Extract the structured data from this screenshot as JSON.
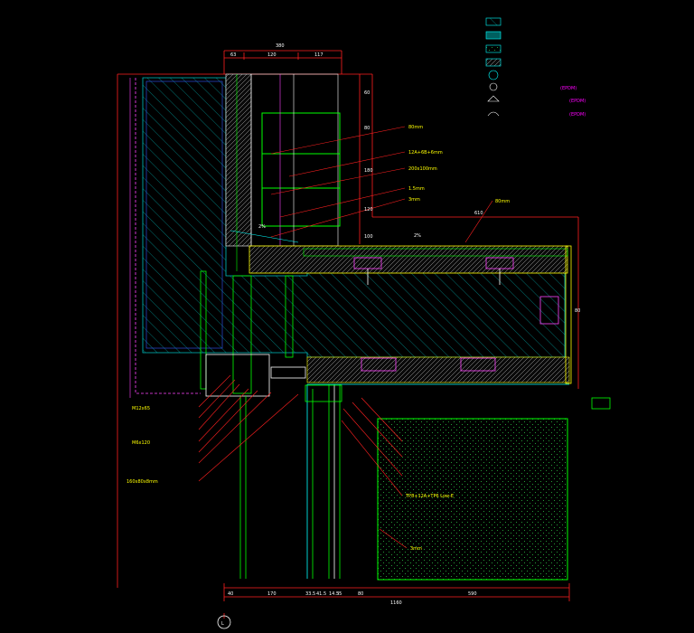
{
  "legend": {
    "title": "",
    "items": [
      {
        "name": "",
        "suffix": ""
      },
      {
        "name": "",
        "suffix": ""
      },
      {
        "name": "",
        "suffix": ""
      },
      {
        "name": "",
        "suffix": ""
      },
      {
        "name": "",
        "suffix": ""
      },
      {
        "name": "",
        "suffix": "(EPDM)"
      },
      {
        "name": "",
        "suffix": "(EPDM)"
      },
      {
        "name": "",
        "suffix": "(EPDM)"
      }
    ]
  },
  "top_dims": {
    "total": "380",
    "a": "63",
    "b": "120",
    "c": "117"
  },
  "right_dims": [
    "60",
    "80",
    "180",
    "120",
    "100",
    "80"
  ],
  "slope_labels": [
    "2%",
    "2%"
  ],
  "slab_dim": "610",
  "bottom_dims": [
    "40",
    "170",
    "33.5",
    "41.5",
    "14.5",
    "35",
    "80",
    "590"
  ],
  "bottom_total": "1160",
  "grid_axis": "L",
  "room_tag": "",
  "callouts_top": [
    "80mm",
    "12A+6B+6mm",
    "200x100mm",
    "1.5mm",
    "3mm"
  ],
  "callout_slab": "80mm",
  "callouts_left": [
    "M12x65",
    "",
    "",
    "M6x120",
    "",
    "",
    "160x80x8mm",
    ""
  ],
  "callouts_right": [
    "",
    "",
    "",
    "TP8+12A+TP6 Low-E",
    "3mm"
  ]
}
